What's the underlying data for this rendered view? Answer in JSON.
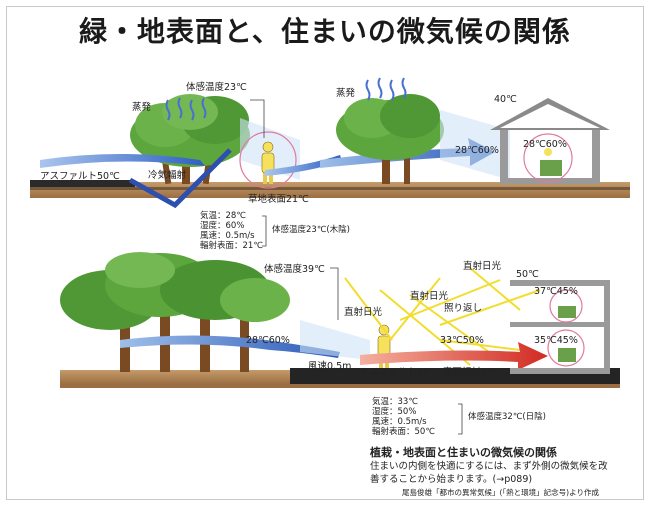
{
  "title": "緑・地表面と、住まいの微気候の関係",
  "top": {
    "felt_temp_label": "体感温度23℃",
    "evaporation_1": "蒸発",
    "evaporation_2": "蒸発",
    "asphalt_label": "アスファルト50℃",
    "cool_radiation_label": "冷気輻射",
    "ground_label": "草地表面21℃",
    "roof_temp": "40℃",
    "outdoor_reading": "28℃60%",
    "indoor_reading": "28℃60%",
    "stats": [
      "気温：28℃",
      "湿度：60%",
      "風速：0.5m/s",
      "輻射表面：21℃"
    ],
    "felt_summary": "体感温度23℃(木陰)"
  },
  "bottom": {
    "felt_temp_label": "体感温度39℃",
    "direct_sun_1": "直射日光",
    "direct_sun_2": "直射日光",
    "direct_sun_3": "直射日光",
    "reflection": "照り返し",
    "house_temp": "50℃",
    "upper_room": "37℃45%",
    "lower_room": "35℃45%",
    "shade_reading": "28℃60%",
    "mid_reading": "33℃50%",
    "wind": "風速0.5m",
    "asphalt_surface": "アスファルト50℃ 表面輻射50℃",
    "stats": [
      "気温：33℃",
      "湿度：50%",
      "風速：0.5m/s",
      "輻射表面：50℃"
    ],
    "felt_summary": "体感温度32℃(日陰)"
  },
  "caption": {
    "heading": "植栽・地表面と住まいの微気候の関係",
    "line1": "住まいの内側を快適にするには、まず外側の微気候を改",
    "line2": "善することから始まります。(→p089)",
    "source": "尾島俊雄「都市の異常気候」(「熱と環境」記念号)より作成"
  },
  "colors": {
    "tree_green": "#58a23a",
    "trunk": "#7a4a22",
    "soil": "#b08050",
    "asphalt": "#2a2a2a",
    "wind_blue": "#3a6fc9",
    "wind_red": "#d8322a",
    "sun_yellow": "#f2dd2e",
    "person_yellow": "#f5e15c"
  }
}
